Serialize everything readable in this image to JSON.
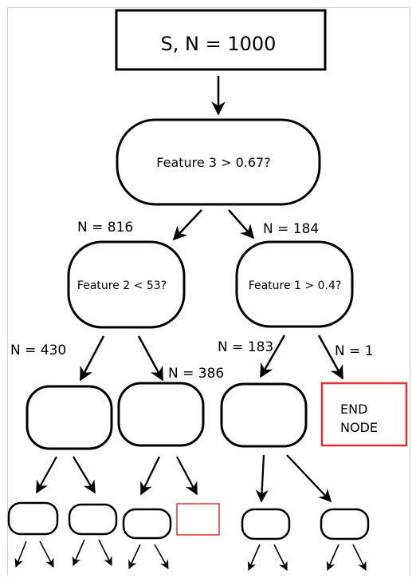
{
  "root": {
    "label": "S, N = 1000"
  },
  "level1": {
    "question": "Feature 3 > 0.67?"
  },
  "level1_edges": {
    "left": "N = 816",
    "right": "N = 184"
  },
  "level2": {
    "left_question": "Feature 2 < 53?",
    "right_question": "Feature 1 > 0.4?"
  },
  "level2_edges": {
    "ll": "N = 430",
    "lr": "N = 386",
    "rl": "N = 183",
    "rr": "N = 1"
  },
  "end_node": {
    "line1": "END",
    "line2": "NODE"
  },
  "colors": {
    "stroke": "#000000",
    "end_node_border": "#e03030",
    "frame": "#cfcfcf"
  }
}
